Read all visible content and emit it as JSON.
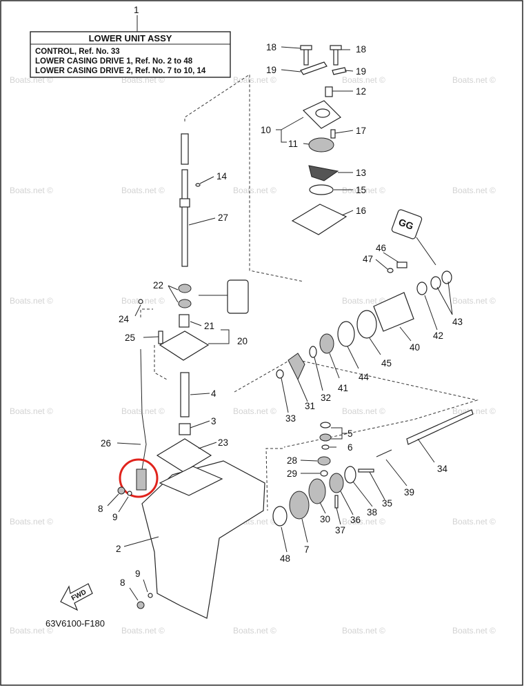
{
  "info_box": {
    "title": "LOWER UNIT ASSY",
    "lines": [
      "CONTROL,  Ref. No. 33",
      "LOWER CASING DRIVE 1,  Ref. No. 2 to 48",
      "LOWER CASING DRIVE 2,  Ref. No. 7 to 10, 14"
    ]
  },
  "diagram_code": "63V6100-F180",
  "watermark": "Boats.net ©",
  "fwd_label": "FWD",
  "callouts": [
    {
      "id": "1",
      "text": "1"
    },
    {
      "id": "18a",
      "text": "18"
    },
    {
      "id": "18b",
      "text": "18"
    },
    {
      "id": "19a",
      "text": "19"
    },
    {
      "id": "19b",
      "text": "19"
    },
    {
      "id": "12",
      "text": "12"
    },
    {
      "id": "10",
      "text": "10"
    },
    {
      "id": "17",
      "text": "17"
    },
    {
      "id": "11",
      "text": "11"
    },
    {
      "id": "13",
      "text": "13"
    },
    {
      "id": "15",
      "text": "15"
    },
    {
      "id": "16",
      "text": "16"
    },
    {
      "id": "14",
      "text": "14"
    },
    {
      "id": "27",
      "text": "27"
    },
    {
      "id": "46",
      "text": "46"
    },
    {
      "id": "47",
      "text": "47"
    },
    {
      "id": "22",
      "text": "22"
    },
    {
      "id": "24",
      "text": "24"
    },
    {
      "id": "43",
      "text": "43"
    },
    {
      "id": "21",
      "text": "21"
    },
    {
      "id": "42",
      "text": "42"
    },
    {
      "id": "25",
      "text": "25"
    },
    {
      "id": "20",
      "text": "20"
    },
    {
      "id": "40",
      "text": "40"
    },
    {
      "id": "45",
      "text": "45"
    },
    {
      "id": "44",
      "text": "44"
    },
    {
      "id": "41",
      "text": "41"
    },
    {
      "id": "4",
      "text": "4"
    },
    {
      "id": "32",
      "text": "32"
    },
    {
      "id": "31",
      "text": "31"
    },
    {
      "id": "33",
      "text": "33"
    },
    {
      "id": "3",
      "text": "3"
    },
    {
      "id": "5",
      "text": "5"
    },
    {
      "id": "26",
      "text": "26"
    },
    {
      "id": "23",
      "text": "23"
    },
    {
      "id": "6",
      "text": "6"
    },
    {
      "id": "34",
      "text": "34"
    },
    {
      "id": "28",
      "text": "28"
    },
    {
      "id": "29",
      "text": "29"
    },
    {
      "id": "39",
      "text": "39"
    },
    {
      "id": "35",
      "text": "35"
    },
    {
      "id": "8a",
      "text": "8"
    },
    {
      "id": "9a",
      "text": "9"
    },
    {
      "id": "38",
      "text": "38"
    },
    {
      "id": "36",
      "text": "36"
    },
    {
      "id": "30",
      "text": "30"
    },
    {
      "id": "37",
      "text": "37"
    },
    {
      "id": "2",
      "text": "2"
    },
    {
      "id": "7",
      "text": "7"
    },
    {
      "id": "48",
      "text": "48"
    },
    {
      "id": "9b",
      "text": "9"
    },
    {
      "id": "8b",
      "text": "8"
    }
  ]
}
